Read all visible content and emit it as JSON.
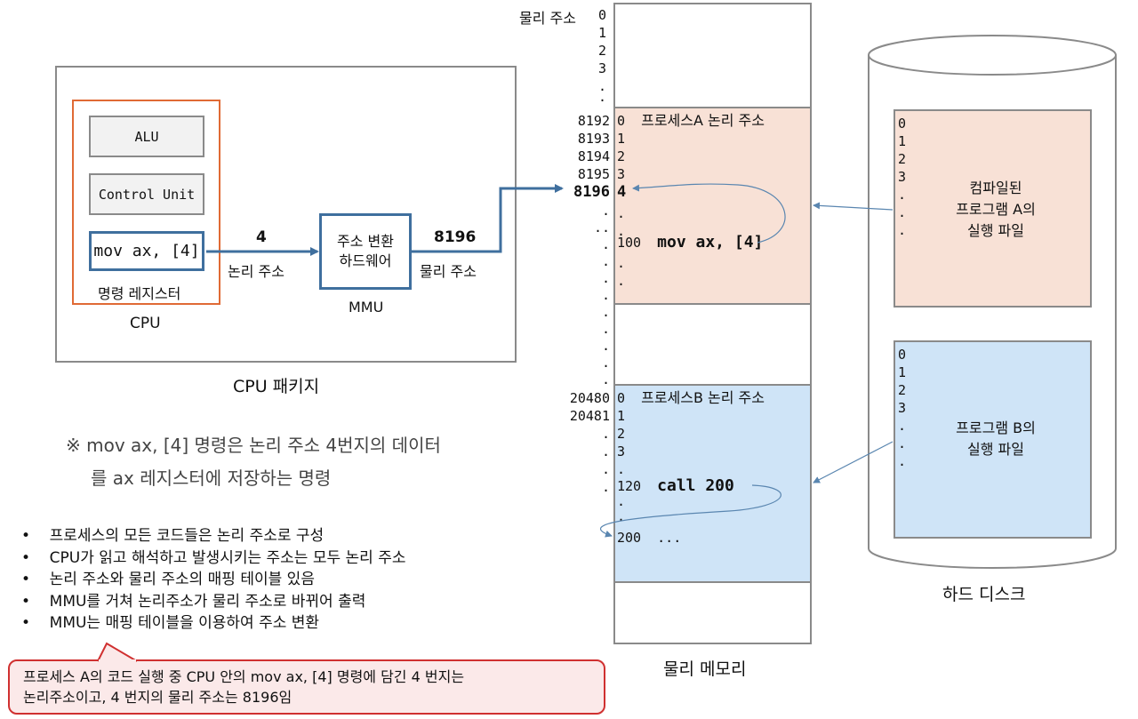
{
  "cpu_package": {
    "label": "CPU 패키지",
    "cpu_label": "CPU",
    "alu": "ALU",
    "control_unit": "Control Unit",
    "instruction": "mov ax, [4]",
    "instruction_register_label": "명령 레지스터",
    "logical_value": "4",
    "logical_label": "논리 주소",
    "mmu_box_line1": "주소 변환",
    "mmu_box_line2": "하드웨어",
    "mmu_label": "MMU",
    "physical_value": "8196",
    "physical_label": "물리 주소"
  },
  "note": {
    "line1": "※ mov ax, [4] 명령은 논리 주소 4번지의 데이터",
    "line2": "를 ax 레지스터에 저장하는 명령"
  },
  "bullets": [
    "프로세스의 모든 코드들은 논리 주소로 구성",
    "CPU가 읽고 해석하고 발생시키는 주소는 모두 논리 주소",
    "논리 주소와 물리 주소의 매핑 테이블 있음",
    "MMU를 거쳐 논리주소가 물리 주소로 바뀌어 출력",
    "MMU는 매핑 테이블을 이용하여 주소 변환"
  ],
  "callout": {
    "line1": "프로세스 A의 코드 실행 중 CPU 안의 mov ax, [4] 명령에 담긴  4 번지는",
    "line2": "논리주소이고,  4 번지의 물리 주소는 8196임"
  },
  "memory": {
    "label": "물리 메모리",
    "address_header": "물리 주소",
    "top_addresses": [
      "0",
      "1",
      "2",
      "3",
      ".",
      "."
    ],
    "proc_a": {
      "title": "프로세스A 논리 주소",
      "phys": [
        "8192",
        "8193",
        "8194",
        "8195",
        "8196"
      ],
      "logical": [
        "0",
        "1",
        "2",
        "3",
        "4"
      ],
      "dots_left": [
        ".",
        "..",
        ".",
        ".",
        ".",
        "."
      ],
      "dots_inner": [
        ".",
        "."
      ],
      "line100_addr": "100",
      "line100_code": "mov ax, [4]",
      "dots_after": [
        ".",
        "."
      ]
    },
    "gap_dots": [
      ".",
      ".",
      ".",
      ".",
      "."
    ],
    "proc_b": {
      "title": "프로세스B 논리 주소",
      "phys": [
        "20480",
        "20481"
      ],
      "logical": [
        "0",
        "1",
        "2",
        "3"
      ],
      "dots_left": [
        ".",
        ".",
        ".",
        "."
      ],
      "dot_after3": ".",
      "line120_addr": "120",
      "line120_code": "call 200",
      "dots_between": [
        ".",
        "."
      ],
      "line200_addr": "200",
      "line200_code": "..."
    }
  },
  "disk": {
    "label": "하드 디스크",
    "prog_a_lines": [
      "0",
      "1",
      "2",
      "3",
      ".",
      ".",
      "."
    ],
    "prog_a_text1": "컴파일된",
    "prog_a_text2": "프로그램 A의",
    "prog_a_text3": "실행 파일",
    "prog_b_lines": [
      "0",
      "1",
      "2",
      "3",
      ".",
      ".",
      "."
    ],
    "prog_b_text1": "프로그램 B의",
    "prog_b_text2": "실행 파일"
  },
  "colors": {
    "proc_a_fill": "#f8e1d6",
    "proc_b_fill": "#cfe4f7",
    "accent_blue": "#3f6f9e",
    "cpu_border": "#e06a35",
    "callout_border": "#d03030"
  }
}
